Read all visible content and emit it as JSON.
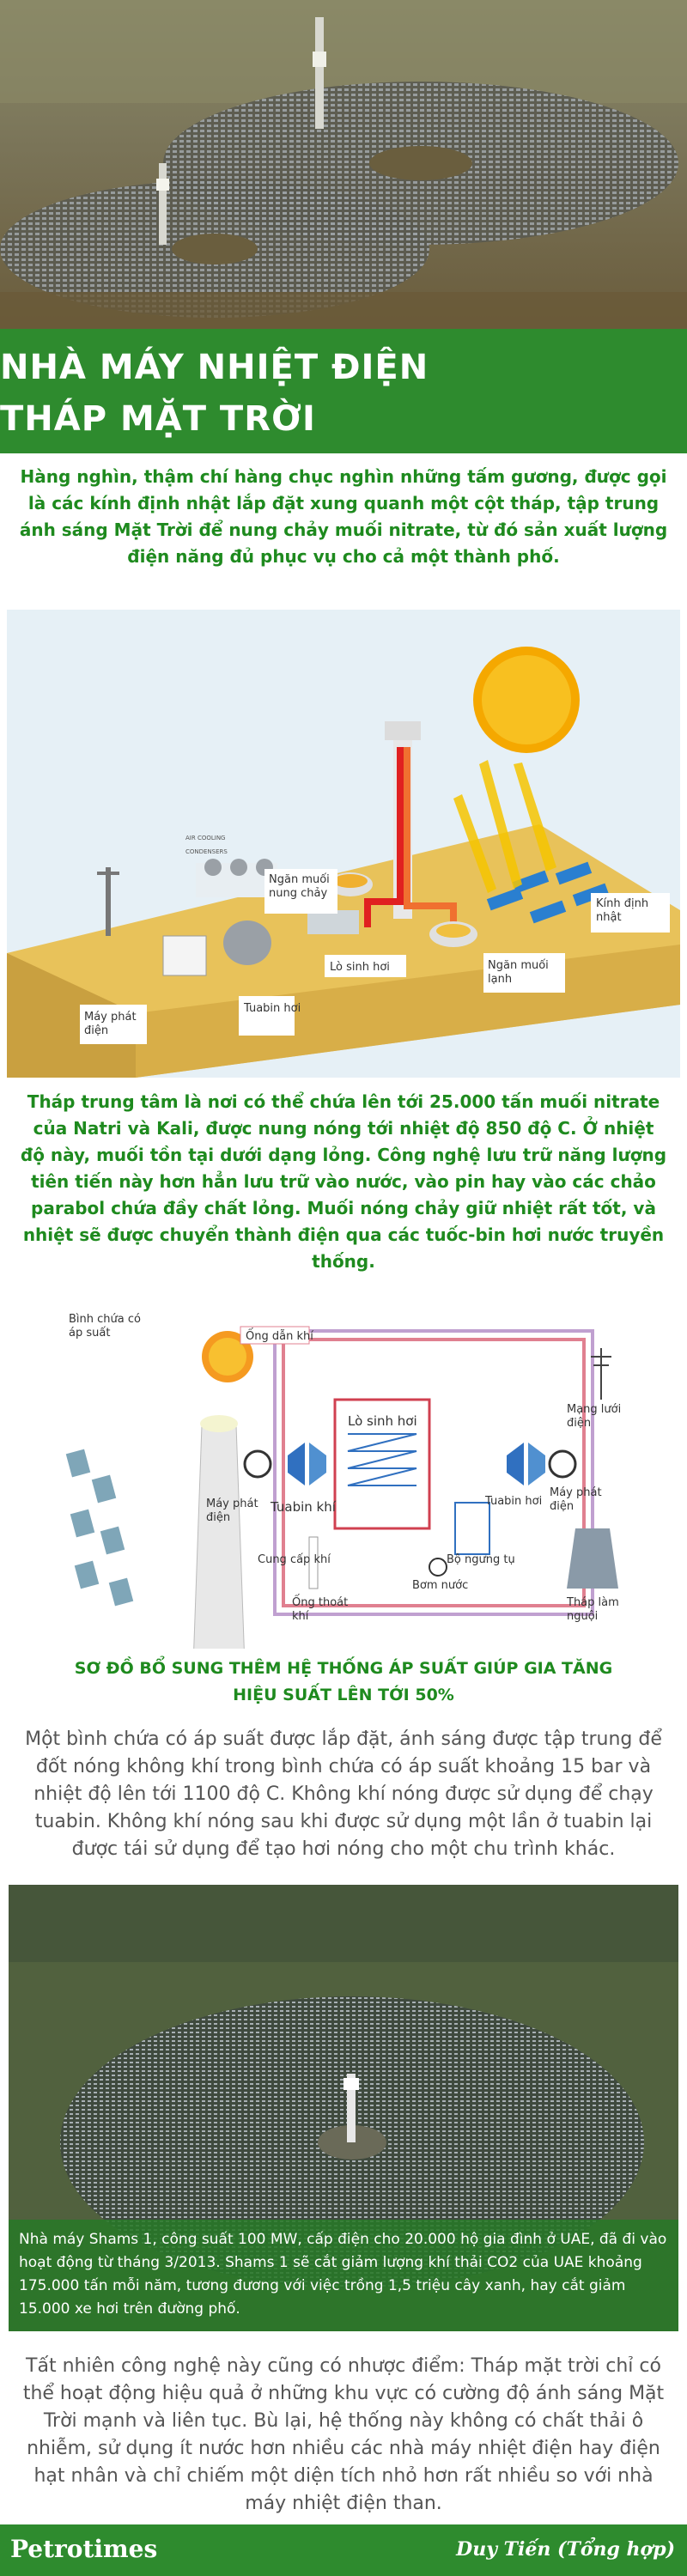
{
  "header": {
    "title_line1": "NHÀ MÁY NHIỆT ĐIỆN",
    "title_line2": "THÁP MẶT TRỜI"
  },
  "intro": "Hàng nghìn, thậm chí hàng chục nghìn những tấm gương, được gọi là các kính định nhật lắp đặt xung quanh một cột tháp, tập trung ánh sáng Mặt Trời để nung chảy muối nitrate, từ đó sản xuất lượng điện năng đủ phục vụ cho cả một thành phố.",
  "diagram1": {
    "labels": {
      "salt_hot": "Ngăn muối nung chảy",
      "heliostat": "Kính định nhật",
      "generator": "Máy phát điện",
      "steam_gen": "Lò sinh hơi",
      "salt_cold": "Ngăn muối lạnh",
      "turbine": "Tuabin hơi",
      "cooling": "AIR COOLING CONDENSERS"
    }
  },
  "tower_text": "Tháp trung tâm là nơi có thể chứa lên tới 25.000 tấn muối nitrate của Natri và Kali, được nung nóng tới nhiệt độ 850 độ C. Ở nhiệt độ này, muối tồn tại dưới dạng lỏng. Công nghệ lưu trữ năng lượng tiên tiến này hơn hẳn lưu trữ vào nước, vào pin hay vào các chảo parabol chứa đầy chất lỏng. Muối nóng chảy giữ nhiệt rất tốt, và nhiệt sẽ được chuyển thành điện qua các tuốc-bin hơi nước truyền thống.",
  "diagram2": {
    "labels": {
      "pressure_tank": "Bình chứa có áp suất",
      "air_pipe": "Ống dẫn khí",
      "grid": "Mạng lưới điện",
      "boiler": "Lò sinh hơi",
      "gen_left": "Máy phát điện",
      "gas_turbine": "Tuabin khí",
      "steam_turbine": "Tuabin hơi",
      "gen_right": "Máy phát điện",
      "condenser": "Bộ ngưng tụ",
      "cooling_tower": "Tháp làm nguội",
      "air_supply": "Cung cấp khí",
      "exhaust": "Ống thoát khí",
      "water_pump": "Bơm nước"
    },
    "caption": "SƠ ĐỒ BỔ SUNG THÊM HỆ THỐNG ÁP SUẤT GIÚP GIA TĂNG HIỆU SUẤT LÊN TỚI 50%"
  },
  "pressure_text": "Một bình chứa có áp suất được lắp đặt, ánh sáng được tập trung để đốt nóng không khí trong bình chứa có áp suất khoảng 15 bar và nhiệt độ lên tới 1100 độ C. Không khí nóng được sử dụng để chạy tuabin. Không khí nóng sau khi được sử dụng một lần ở tuabin lại được tái sử dụng để tạo hơi nóng cho một chu trình khác.",
  "photo_caption": "Nhà máy Shams 1, công suất 100 MW, cấp điện cho 20.000 hộ gia đình ở UAE, đã đi vào hoạt động từ tháng 3/2013. Shams 1 sẽ cắt giảm lượng khí thải CO2 của UAE khoảng 175.000 tấn mỗi năm, tương đương với việc trồng 1,5 triệu cây xanh, hay cắt giảm 15.000 xe hơi trên đường phố.",
  "closing_text": "Tất nhiên công nghệ này cũng có nhược điểm: Tháp mặt trời chỉ có thể hoạt động hiệu quả ở những khu vực có cường độ ánh sáng Mặt Trời mạnh và liên tục. Bù lại, hệ thống này không có chất thải ô nhiễm, sử dụng ít nước hơn nhiều các nhà máy nhiệt điện hay điện hạt nhân và chỉ chiếm một diện tích nhỏ hơn rất nhiều so với nhà máy nhiệt điện than.",
  "footer": {
    "brand": "Petrotimes",
    "author": "Duy Tiến (Tổng hợp)"
  },
  "colors": {
    "brand_green": "#2e8b2e",
    "text_green": "#1e8a1e"
  }
}
